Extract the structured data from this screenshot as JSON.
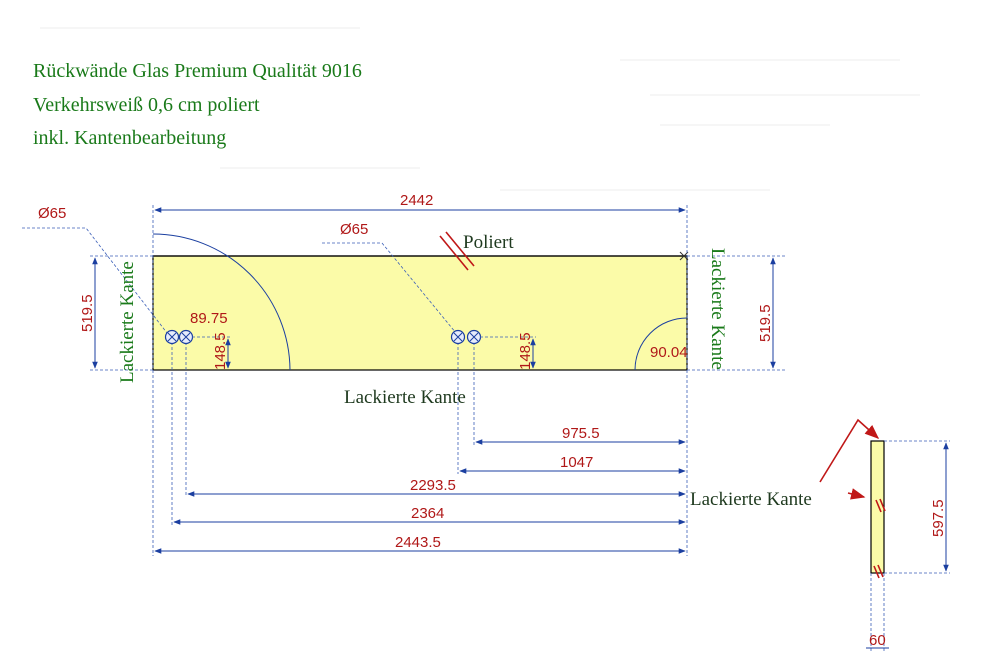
{
  "header": {
    "line1": "Rückwände Glas Premium Qualität 9016",
    "line2": "Verkehrsweiß 0,6 cm poliert",
    "line3": "inkl. Kantenbearbeitung"
  },
  "labels": {
    "poliert": "Poliert",
    "lackierte_kante": "Lackierte Kante"
  },
  "dimensions": {
    "width_top": "2442",
    "height_left": "519.5",
    "height_right": "519.5",
    "hole_dia_left": "Ø65",
    "hole_dia_mid": "Ø65",
    "hole_left_x": "89.75",
    "hole_left_y": "148.5",
    "hole_mid_y": "148.5",
    "corner_radius": "90.04",
    "d_975": "975.5",
    "d_1047": "1047",
    "d_2293": "2293.5",
    "d_2364": "2364",
    "d_2443": "2443.5",
    "side_height": "597.5",
    "side_width": "60"
  },
  "colors": {
    "panel_fill": "#fbfba8",
    "dimension_text": "#b01818",
    "dimension_line": "#1b3fa0",
    "label_green": "#1a7a1a"
  }
}
